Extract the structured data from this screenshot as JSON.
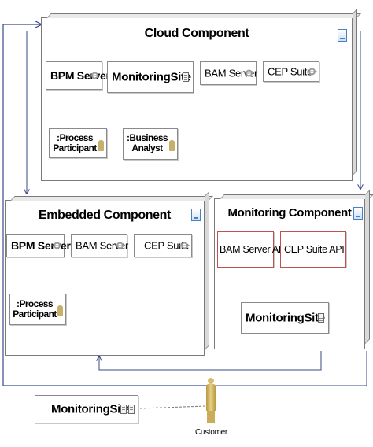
{
  "nodes": {
    "cloud": {
      "title": "Cloud Component"
    },
    "embedded": {
      "title": "Embedded Component"
    },
    "monitoring": {
      "title": "Monitoring Component"
    }
  },
  "cloud_components": {
    "bpm_server": "BPM Server",
    "monitoring_site": "MonitoringSite",
    "bam_server": "BAM Server",
    "cep_suite": "CEP Suite",
    "process_participant": [
      ":Process",
      "Participant"
    ],
    "business_analyst": [
      ":Business",
      "Analyst"
    ]
  },
  "embedded_components": {
    "bpm_server": "BPM Server",
    "bam_server": "BAM Server",
    "cep_suite": "CEP Suite",
    "process_participant": [
      ":Process",
      "Participant"
    ]
  },
  "monitoring_components": {
    "bam_server_api": "BAM Server API",
    "cep_suite_api": "CEP Suite API",
    "monitoring_site": "MonitoringSite"
  },
  "standalone": {
    "monitoring_site": "MonitoringSite",
    "customer": "Customer"
  },
  "colors": {
    "connector": "#4a4a4a",
    "arrow": "#3a4a8a",
    "api_border": "#c0504d"
  }
}
